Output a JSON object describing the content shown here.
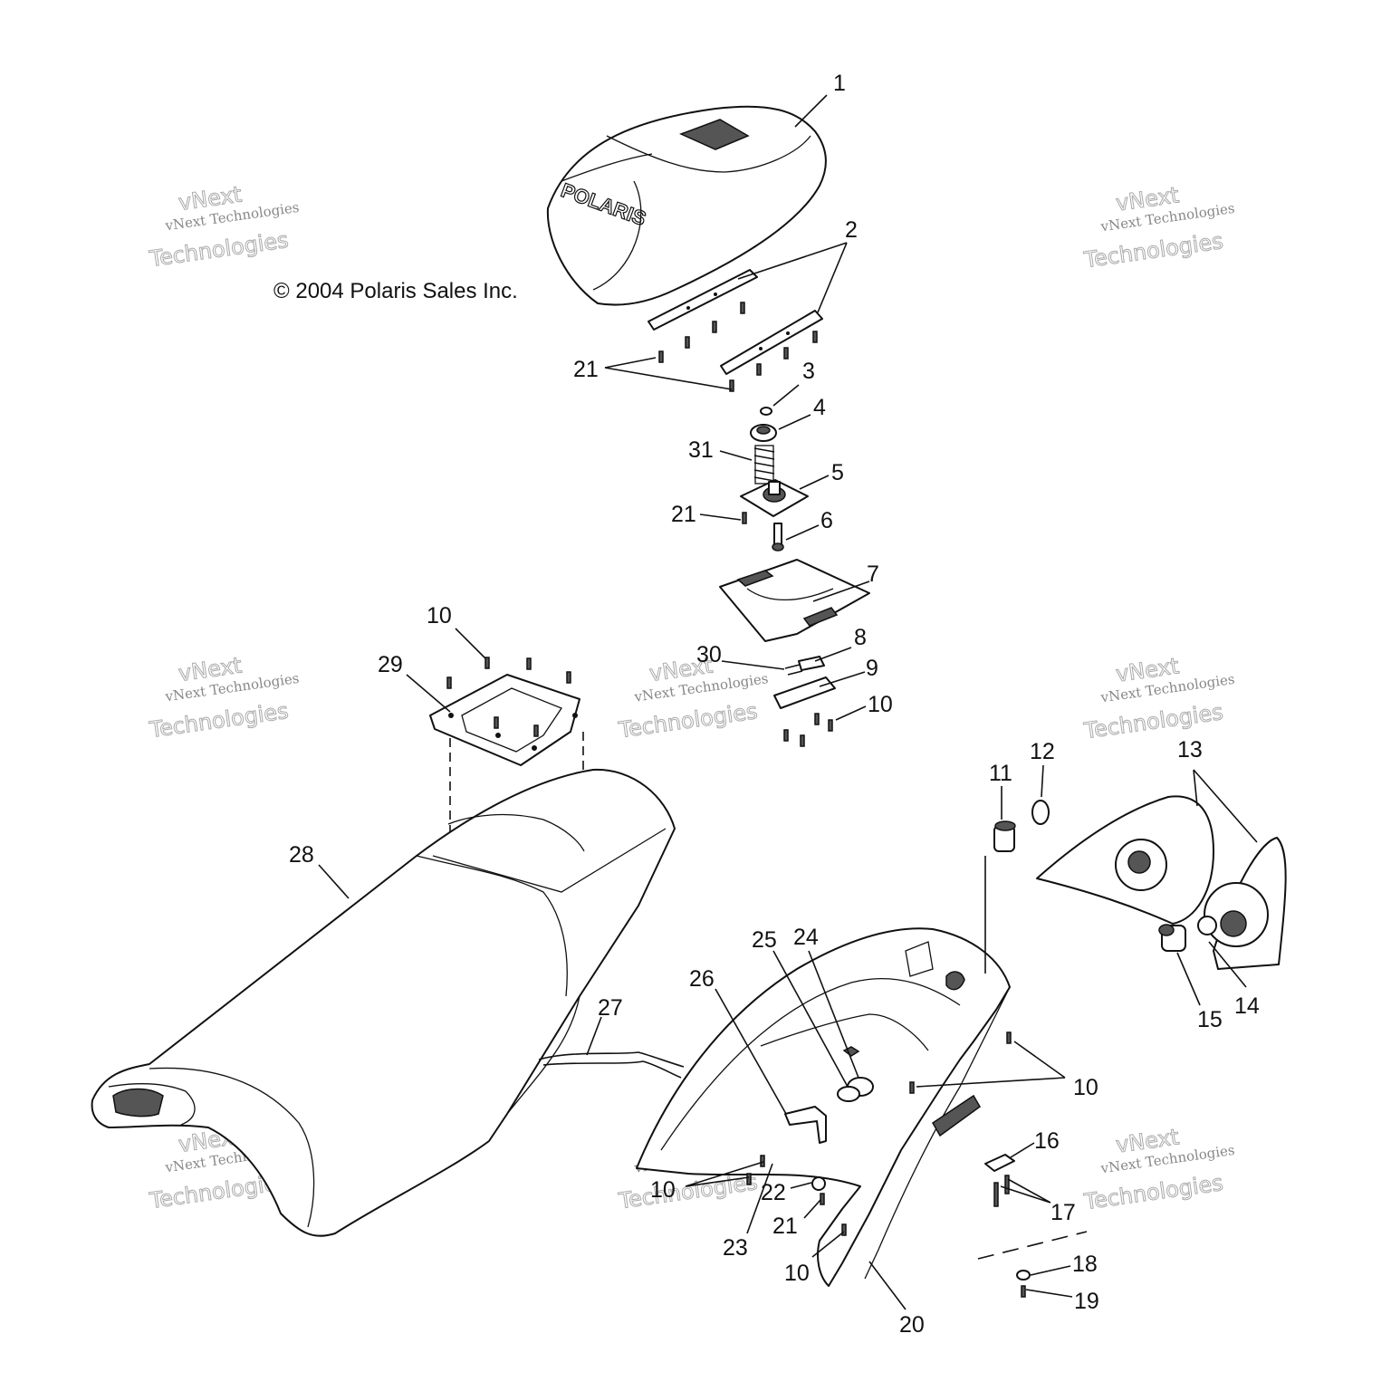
{
  "copyright": "© 2004 Polaris Sales Inc.",
  "brand_mark": "POLARIS",
  "watermark": {
    "line1": "vNext",
    "line2": "vNext Technologies",
    "line3": "Technologies"
  },
  "callouts": {
    "c1": "1",
    "c2": "2",
    "c3": "3",
    "c4": "4",
    "c5": "5",
    "c6": "6",
    "c7": "7",
    "c8": "8",
    "c9": "9",
    "c10a": "10",
    "c10b": "10",
    "c10c": "10",
    "c10d": "10",
    "c10e": "10",
    "c11": "11",
    "c12": "12",
    "c13": "13",
    "c14": "14",
    "c15": "15",
    "c16": "16",
    "c17": "17",
    "c18": "18",
    "c19": "19",
    "c20": "20",
    "c21a": "21",
    "c21b": "21",
    "c21c": "21",
    "c22": "22",
    "c23": "23",
    "c24": "24",
    "c25": "25",
    "c26": "26",
    "c27": "27",
    "c28": "28",
    "c29": "29",
    "c30": "30",
    "c31": "31"
  }
}
